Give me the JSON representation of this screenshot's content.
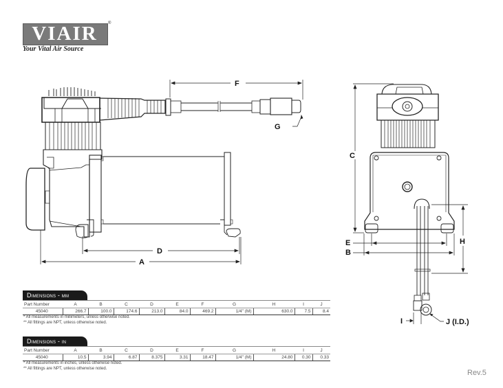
{
  "brand": {
    "logo_text": "VIAIR",
    "registered_mark": "®",
    "tagline": "Your Vital Air Source"
  },
  "drawing": {
    "side_view_labels": {
      "A": "A",
      "D": "D",
      "F": "F",
      "G": "G"
    },
    "front_view_labels": {
      "B": "B",
      "C": "C",
      "E": "E",
      "H": "H",
      "I": "I",
      "J": "J (I.D.)"
    }
  },
  "tables": {
    "mm": {
      "title": "Dimensions - mm",
      "headers": [
        "Part Number",
        "A",
        "B",
        "C",
        "D",
        "E",
        "F",
        "G",
        "H",
        "I",
        "J"
      ],
      "rows": [
        [
          "45040",
          "266.7",
          "100.0",
          "174.6",
          "213.0",
          "84.0",
          "469.2",
          "1/4\" (M)",
          "630.0",
          "7.5",
          "8.4"
        ]
      ],
      "notes": [
        "* All measurements in millimeters, unless otherwise noted.",
        "** All fittings are NPT, unless otherwise noted."
      ]
    },
    "in": {
      "title": "Dimensions - in",
      "headers": [
        "Part Number",
        "A",
        "B",
        "C",
        "D",
        "E",
        "F",
        "G",
        "H",
        "I",
        "J"
      ],
      "rows": [
        [
          "45040",
          "10.5",
          "3.94",
          "6.87",
          "8.375",
          "3.31",
          "18.47",
          "1/4\" (M)",
          "24.80",
          "0.30",
          "0.33"
        ]
      ],
      "notes": [
        "* All measurements in inches, unless otherwise noted.",
        "** All fittings are NPT, unless otherwise noted."
      ]
    }
  },
  "revision": "Rev.5"
}
